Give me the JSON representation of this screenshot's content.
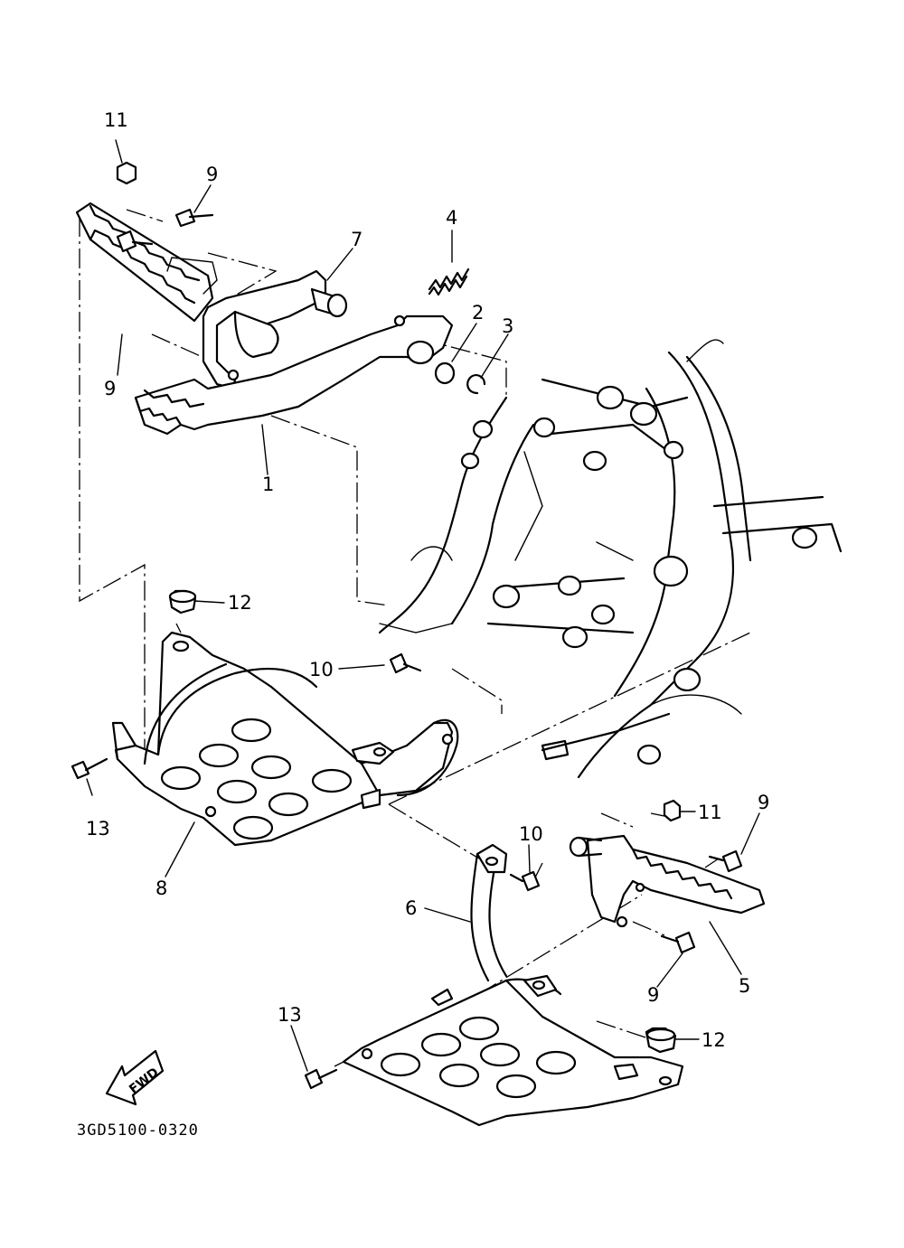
{
  "diagram": {
    "drawing_code": "3GD5100-0320",
    "direction_label": "FWD",
    "callouts": [
      {
        "id": "c11a",
        "label": "11"
      },
      {
        "id": "c9a",
        "label": "9"
      },
      {
        "id": "c4",
        "label": "4"
      },
      {
        "id": "c7",
        "label": "7"
      },
      {
        "id": "c2",
        "label": "2"
      },
      {
        "id": "c3",
        "label": "3"
      },
      {
        "id": "c9b",
        "label": "9"
      },
      {
        "id": "c1",
        "label": "1"
      },
      {
        "id": "c12a",
        "label": "12"
      },
      {
        "id": "c10a",
        "label": "10"
      },
      {
        "id": "c13a",
        "label": "13"
      },
      {
        "id": "c8",
        "label": "8"
      },
      {
        "id": "c11b",
        "label": "11"
      },
      {
        "id": "c9c",
        "label": "9"
      },
      {
        "id": "c10b",
        "label": "10"
      },
      {
        "id": "c6",
        "label": "6"
      },
      {
        "id": "c9d",
        "label": "9"
      },
      {
        "id": "c5",
        "label": "5"
      },
      {
        "id": "c13b",
        "label": "13"
      },
      {
        "id": "c12b",
        "label": "12"
      }
    ]
  }
}
